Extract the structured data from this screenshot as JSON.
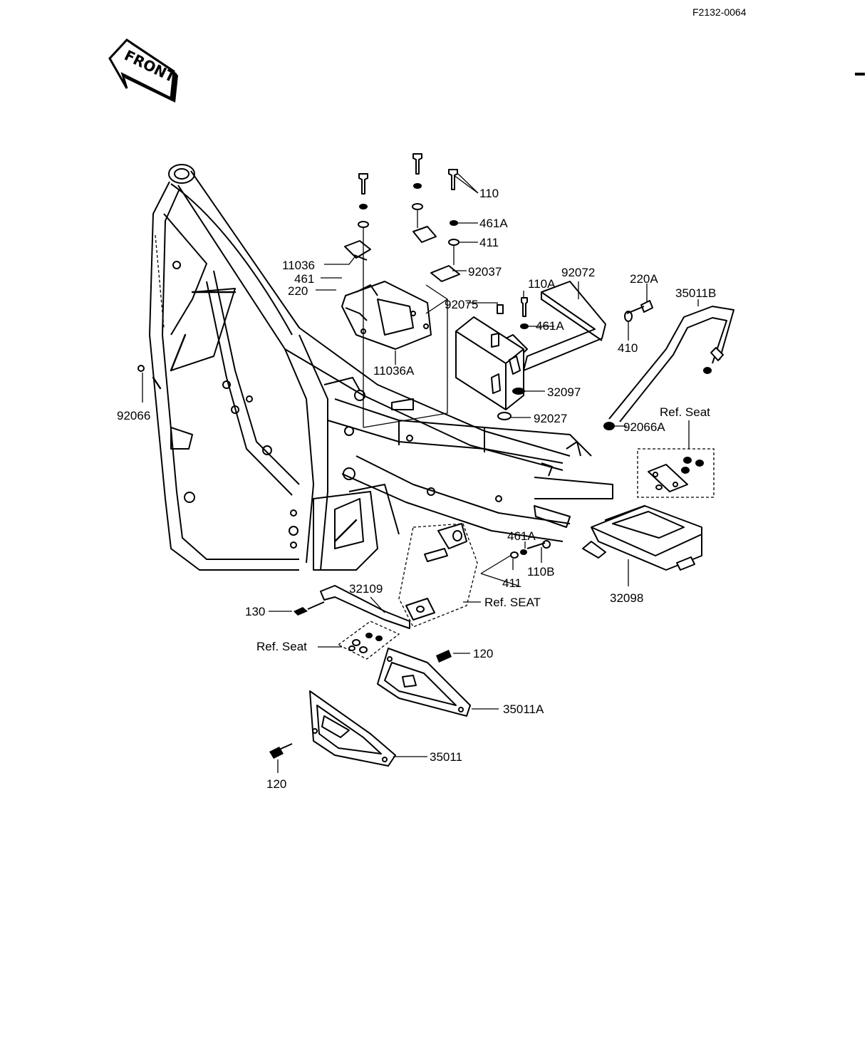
{
  "diagram_code": "F2132-0064",
  "direction_label": "FRONT",
  "colors": {
    "ink": "#000000",
    "paper": "#ffffff"
  },
  "labels": [
    {
      "id": "110",
      "text": "110"
    },
    {
      "id": "461A_top",
      "text": "461A"
    },
    {
      "id": "411_top",
      "text": "411"
    },
    {
      "id": "92037",
      "text": "92037"
    },
    {
      "id": "92072",
      "text": "92072"
    },
    {
      "id": "220A",
      "text": "220A"
    },
    {
      "id": "35011B",
      "text": "35011B"
    },
    {
      "id": "11036",
      "text": "11036"
    },
    {
      "id": "461",
      "text": "461"
    },
    {
      "id": "220",
      "text": "220"
    },
    {
      "id": "92075",
      "text": "92075"
    },
    {
      "id": "110A",
      "text": "110A"
    },
    {
      "id": "461A_mid",
      "text": "461A"
    },
    {
      "id": "410",
      "text": "410"
    },
    {
      "id": "11036A",
      "text": "11036A"
    },
    {
      "id": "32097",
      "text": "32097"
    },
    {
      "id": "92066",
      "text": "92066"
    },
    {
      "id": "92027",
      "text": "92027"
    },
    {
      "id": "92066A",
      "text": "92066A"
    },
    {
      "id": "ref_seat_right",
      "text": "Ref.  Seat"
    },
    {
      "id": "461A_low",
      "text": "461A"
    },
    {
      "id": "411_low",
      "text": "411"
    },
    {
      "id": "110B",
      "text": "110B"
    },
    {
      "id": "32098",
      "text": "32098"
    },
    {
      "id": "32109",
      "text": "32109"
    },
    {
      "id": "ref_seat_mid",
      "text": "Ref.  SEAT"
    },
    {
      "id": "130",
      "text": "130"
    },
    {
      "id": "ref_seat_left",
      "text": "Ref.  Seat"
    },
    {
      "id": "120_top",
      "text": "120"
    },
    {
      "id": "35011A",
      "text": "35011A"
    },
    {
      "id": "35011",
      "text": "35011"
    },
    {
      "id": "120_bottom",
      "text": "120"
    }
  ]
}
